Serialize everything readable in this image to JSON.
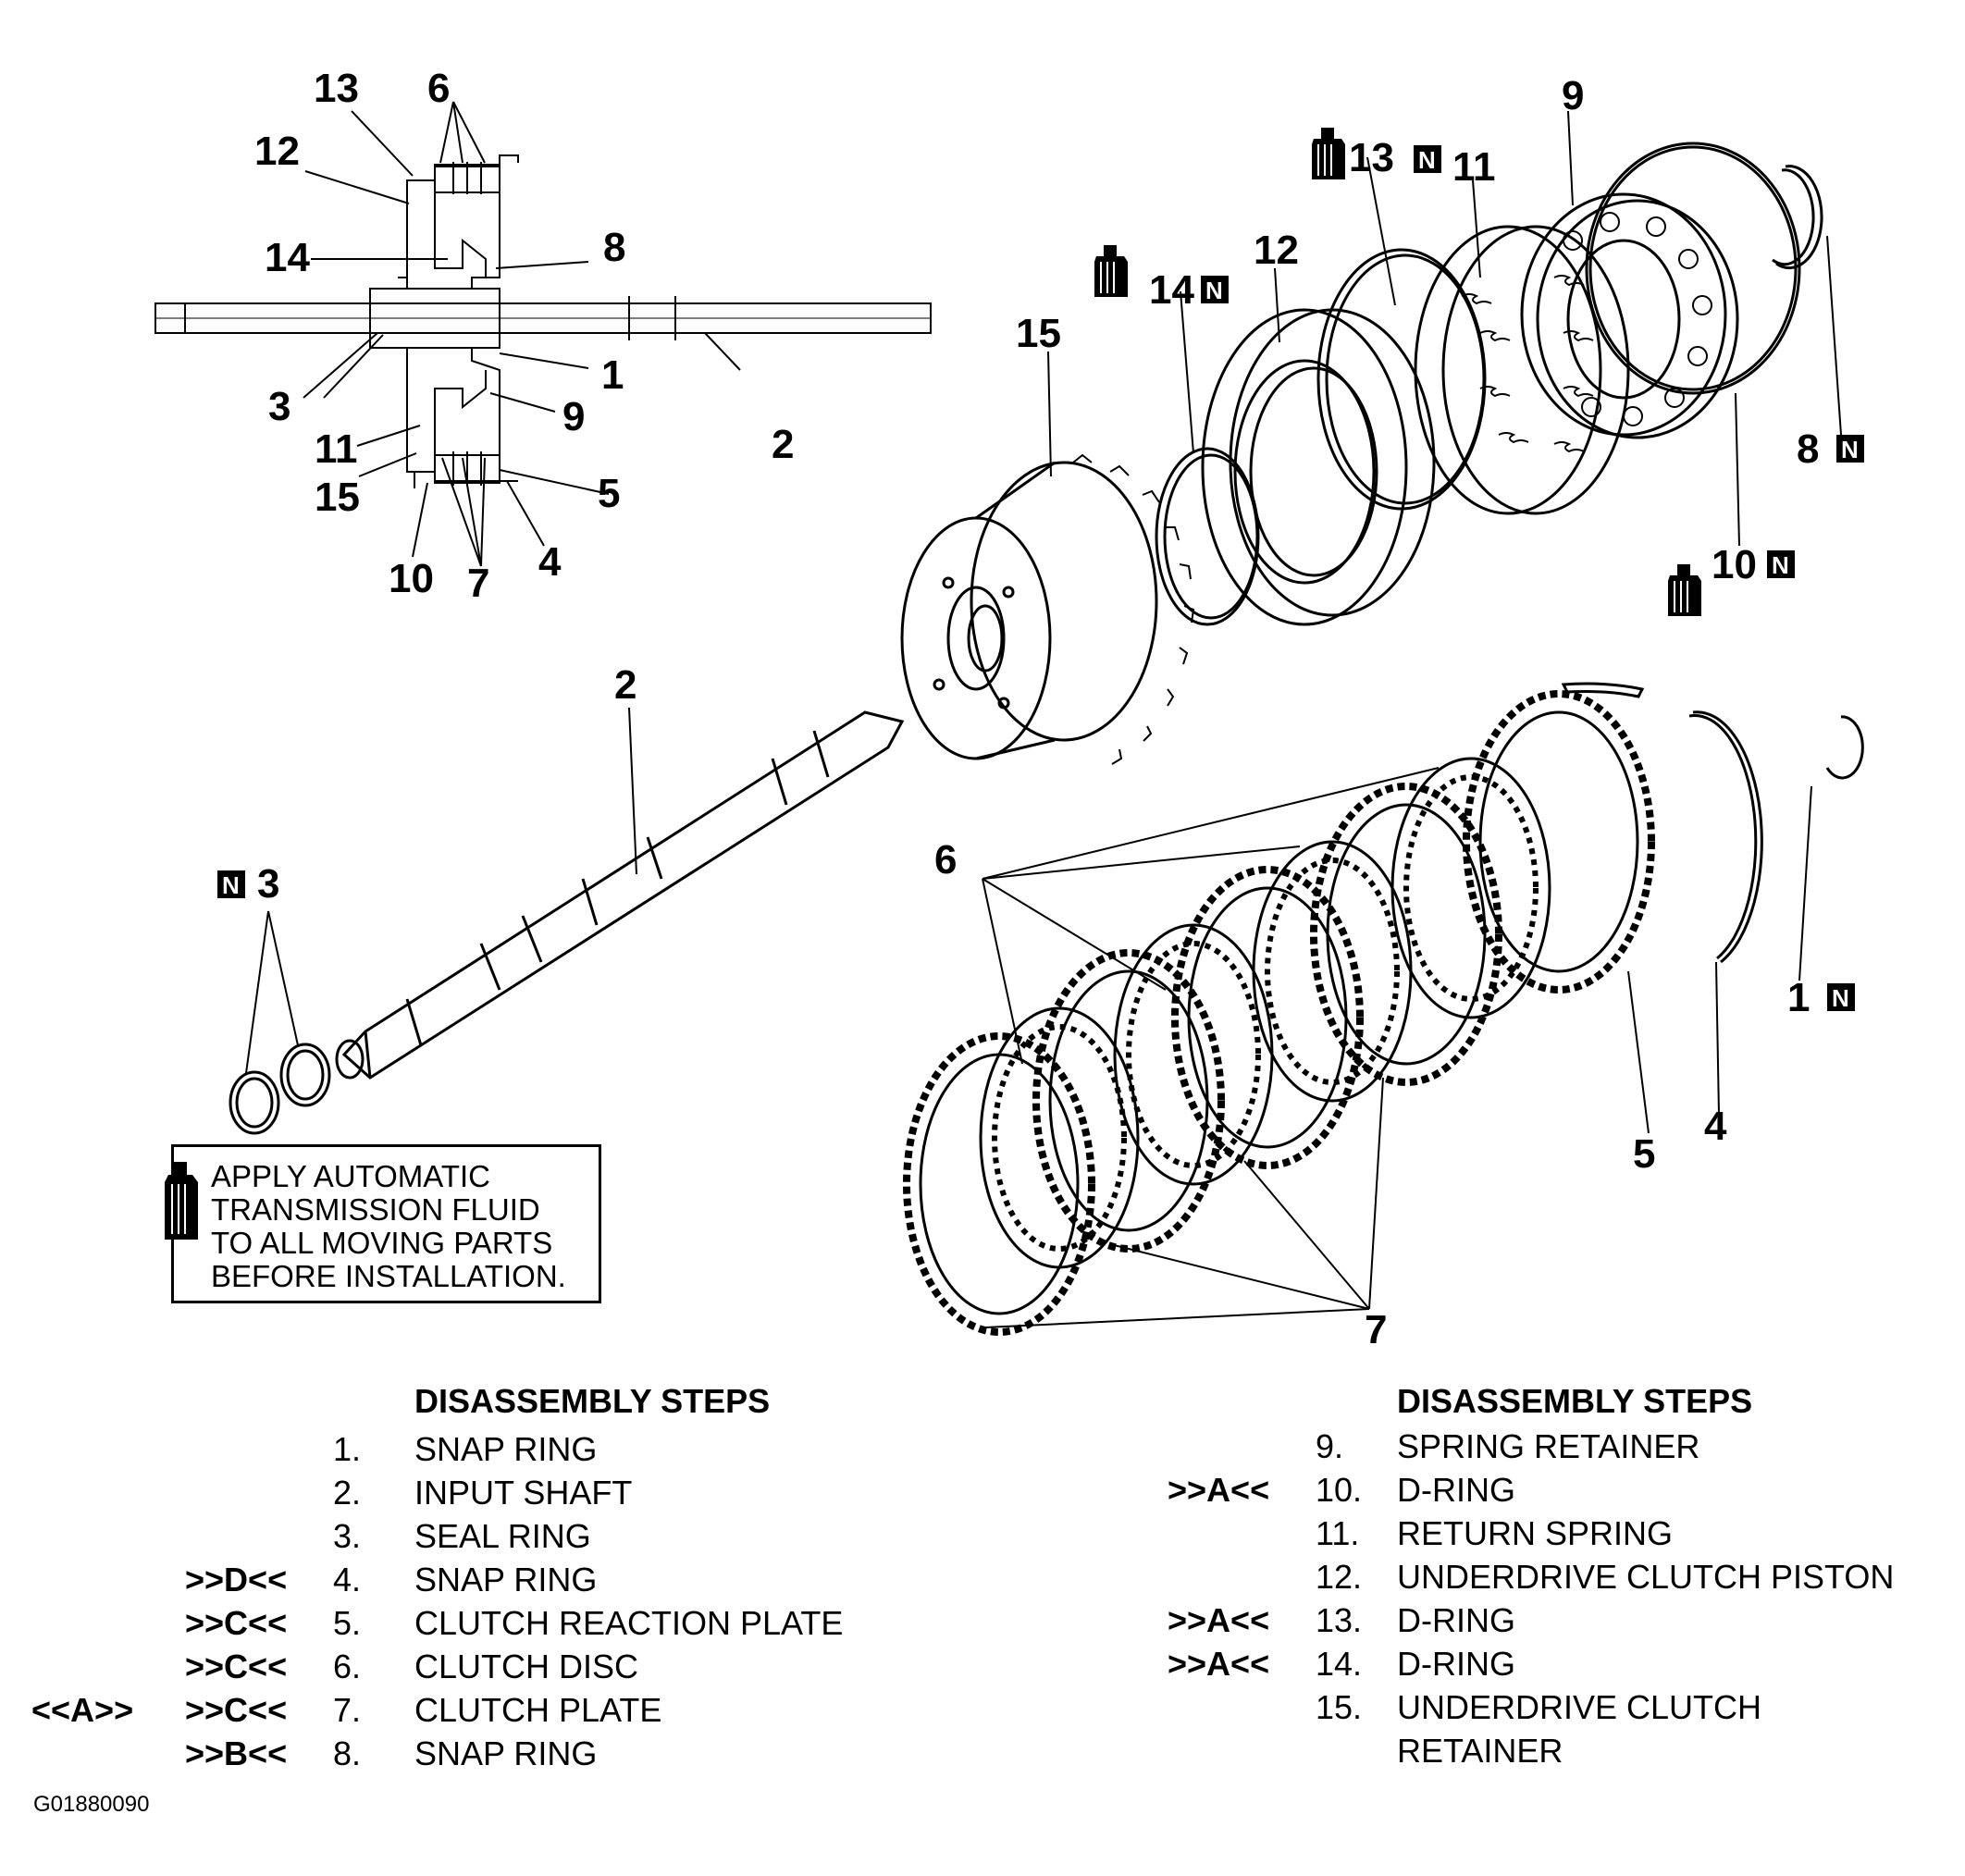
{
  "colors": {
    "line": "#000000",
    "background": "#ffffff"
  },
  "callouts": {
    "small_13": "13",
    "small_6": "6",
    "small_12": "12",
    "small_14": "14",
    "small_8": "8",
    "small_1": "1",
    "small_2": "2",
    "small_3": "3",
    "small_9": "9",
    "small_11": "11",
    "small_15": "15",
    "small_5": "5",
    "small_4": "4",
    "small_10": "10",
    "small_7": "7",
    "big_9": "9",
    "big_13": "13",
    "big_11": "11",
    "big_14": "14",
    "big_12": "12",
    "big_15": "15",
    "big_8": "8",
    "big_10": "10",
    "shaft_2": "2",
    "big_3": "3",
    "big_6": "6",
    "big_7": "7",
    "big_1": "1",
    "big_4": "4",
    "big_5": "5"
  },
  "new_part_mark": "N",
  "note": {
    "icon": "fluid-bottle-icon",
    "text": "APPLY AUTOMATIC\nTRANSMISSION FLUID\nTO ALL MOVING PARTS\nBEFORE INSTALLATION."
  },
  "steps_left": {
    "title": "DISASSEMBLY STEPS",
    "items": [
      {
        "ref1": "",
        "ref2": "",
        "num": "1.",
        "text": "SNAP RING"
      },
      {
        "ref1": "",
        "ref2": "",
        "num": "2.",
        "text": "INPUT SHAFT"
      },
      {
        "ref1": "",
        "ref2": "",
        "num": "3.",
        "text": "SEAL RING"
      },
      {
        "ref1": "",
        "ref2": ">>D<<",
        "num": "4.",
        "text": "SNAP RING"
      },
      {
        "ref1": "",
        "ref2": ">>C<<",
        "num": "5.",
        "text": "CLUTCH REACTION PLATE"
      },
      {
        "ref1": "",
        "ref2": ">>C<<",
        "num": "6.",
        "text": "CLUTCH DISC"
      },
      {
        "ref1": "<<A>>",
        "ref2": ">>C<<",
        "num": "7.",
        "text": "CLUTCH PLATE"
      },
      {
        "ref1": "",
        "ref2": ">>B<<",
        "num": "8.",
        "text": "SNAP RING"
      }
    ]
  },
  "steps_right": {
    "title": "DISASSEMBLY STEPS",
    "items": [
      {
        "ref": "",
        "num": "9.",
        "text": "SPRING RETAINER"
      },
      {
        "ref": ">>A<<",
        "num": "10.",
        "text": "D-RING"
      },
      {
        "ref": "",
        "num": "11.",
        "text": "RETURN SPRING"
      },
      {
        "ref": "",
        "num": "12.",
        "text": "UNDERDRIVE CLUTCH PISTON"
      },
      {
        "ref": ">>A<<",
        "num": "13.",
        "text": "D-RING"
      },
      {
        "ref": ">>A<<",
        "num": "14.",
        "text": "D-RING"
      },
      {
        "ref": "",
        "num": "15.",
        "text": "UNDERDRIVE CLUTCH"
      },
      {
        "ref": "",
        "num": "",
        "text": "RETAINER"
      }
    ]
  },
  "figure_code": "G01880090"
}
